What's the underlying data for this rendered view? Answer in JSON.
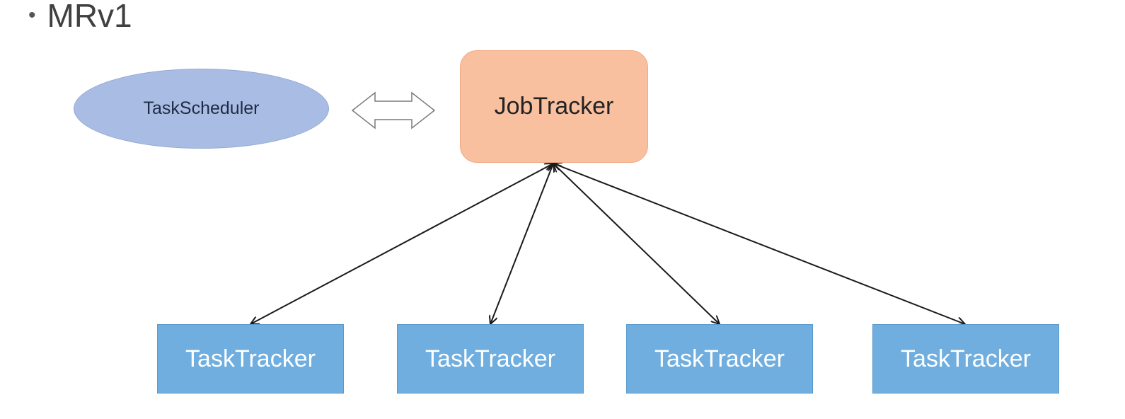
{
  "slide": {
    "bullet": "•",
    "title": "MRv1"
  },
  "nodes": {
    "task_scheduler": "TaskScheduler",
    "job_tracker": "JobTracker",
    "task_trackers": [
      "TaskTracker",
      "TaskTracker",
      "TaskTracker",
      "TaskTracker"
    ]
  },
  "colors": {
    "scheduler_fill": "#a9bde4",
    "jobtracker_fill": "#f9c0a0",
    "tasktracker_fill": "#6faedf",
    "edge": "#1a1a1a"
  }
}
